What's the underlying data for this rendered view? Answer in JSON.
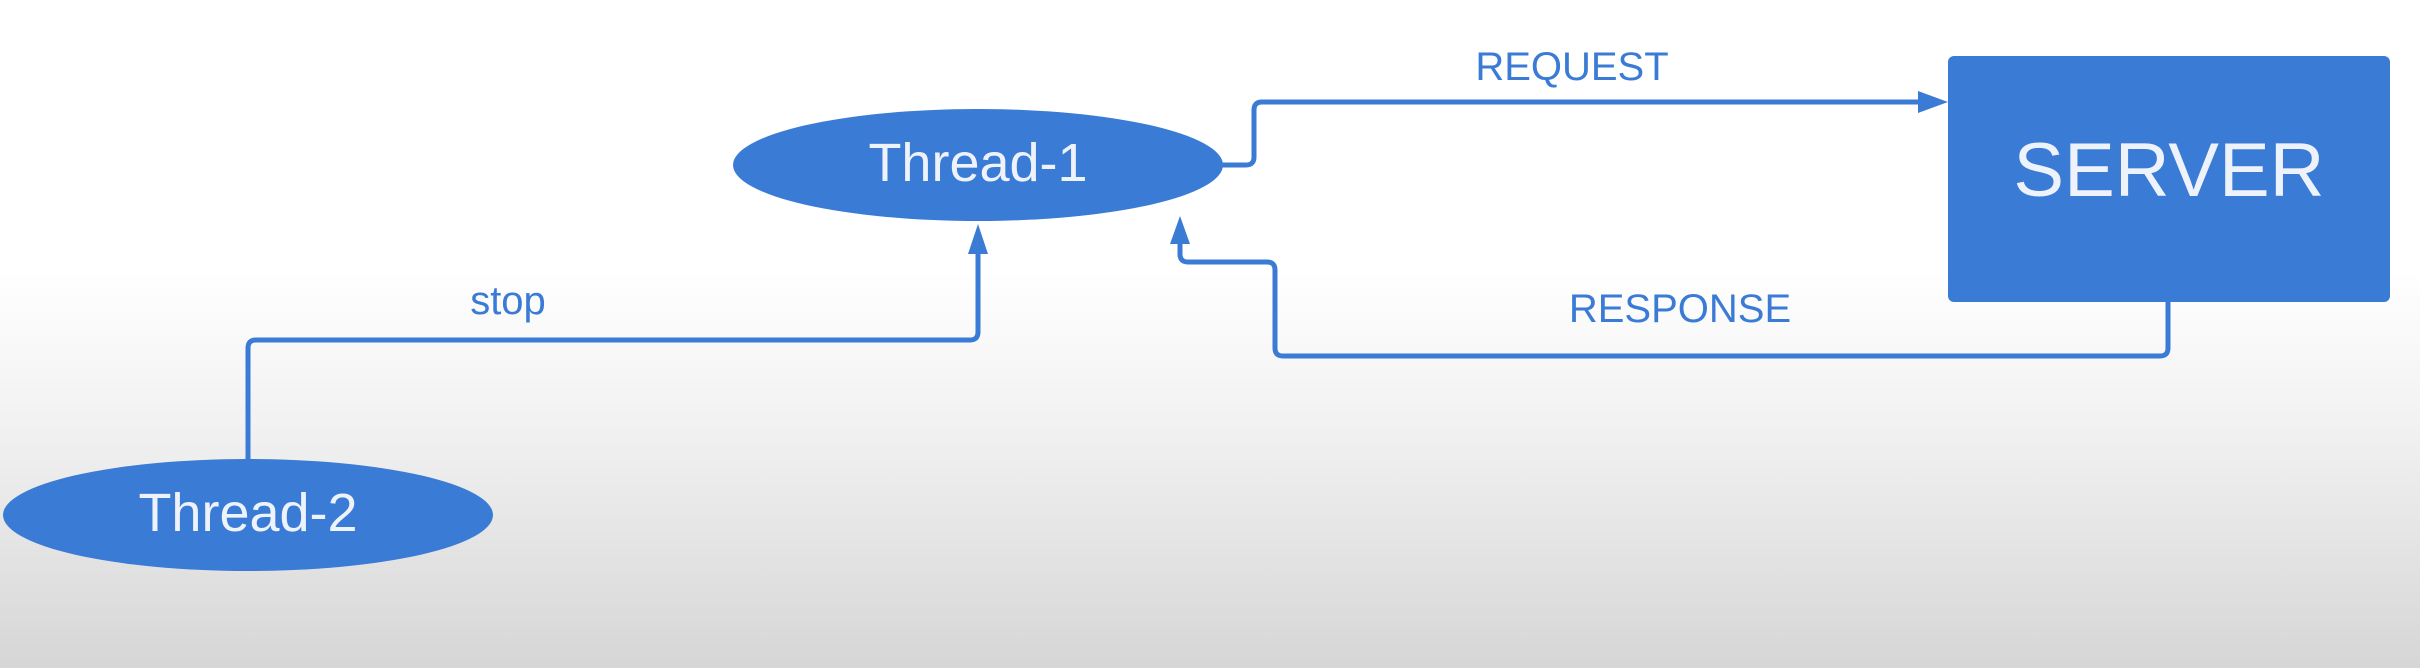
{
  "colors": {
    "node_fill": "#3a7bd5",
    "node_text": "#eef2fb",
    "edge": "#3a7bd5",
    "label": "#3a7bd5"
  },
  "nodes": {
    "thread1": {
      "label": "Thread-1",
      "shape": "ellipse"
    },
    "thread2": {
      "label": "Thread-2",
      "shape": "ellipse"
    },
    "server": {
      "label": "SERVER",
      "shape": "rectangle"
    }
  },
  "edges": {
    "request": {
      "label": "REQUEST",
      "from": "Thread-1",
      "to": "SERVER"
    },
    "response": {
      "label": "RESPONSE",
      "from": "SERVER",
      "to": "Thread-1"
    },
    "stop": {
      "label": "stop",
      "from": "Thread-2",
      "to": "Thread-1"
    }
  }
}
